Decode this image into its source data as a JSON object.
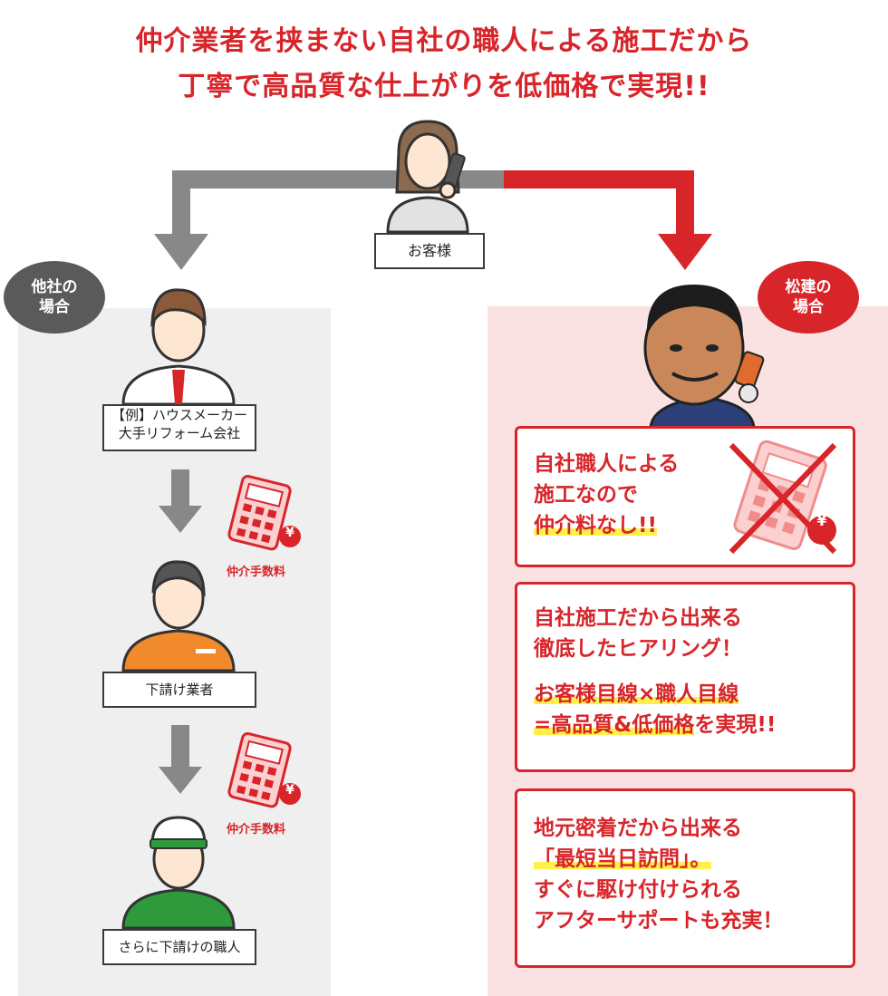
{
  "headline": {
    "line1": "仲介業者を挟まない自社の職人による施工だから",
    "line2": "丁寧で高品質な仕上がりを低価格で実現!!"
  },
  "customer": {
    "label": "お客様"
  },
  "left": {
    "badge_line1": "他社の",
    "badge_line2": "場合",
    "company_line1": "【例】ハウスメーカー",
    "company_line2": "大手リフォーム会社",
    "fee1": "仲介手数料",
    "fee2": "仲介手数料",
    "fee_symbol": "¥",
    "subcontractor": "下請け業者",
    "sub_sub": "さらに下請けの職人"
  },
  "right": {
    "badge_line1": "松建の",
    "badge_line2": "場合",
    "card1": {
      "line1": "自社職人による",
      "line2": "施工なので",
      "line3": "仲介料なし!!",
      "symbol": "¥"
    },
    "card2": {
      "line1": "自社施工だから出来る",
      "line2": "徹底したヒアリング！",
      "line3": "お客様目線×職人目線",
      "line4a": "=高品質&低価格",
      "line4b": "を実現!!"
    },
    "card3": {
      "line1": "地元密着だから出来る",
      "line2": "「最短当日訪問」。",
      "line3": "すぐに駆け付けられる",
      "line4": "アフターサポートも充実！"
    }
  },
  "colors": {
    "accent": "#d7252a",
    "gray_arrow": "#888888",
    "highlight": "#fff04a"
  }
}
